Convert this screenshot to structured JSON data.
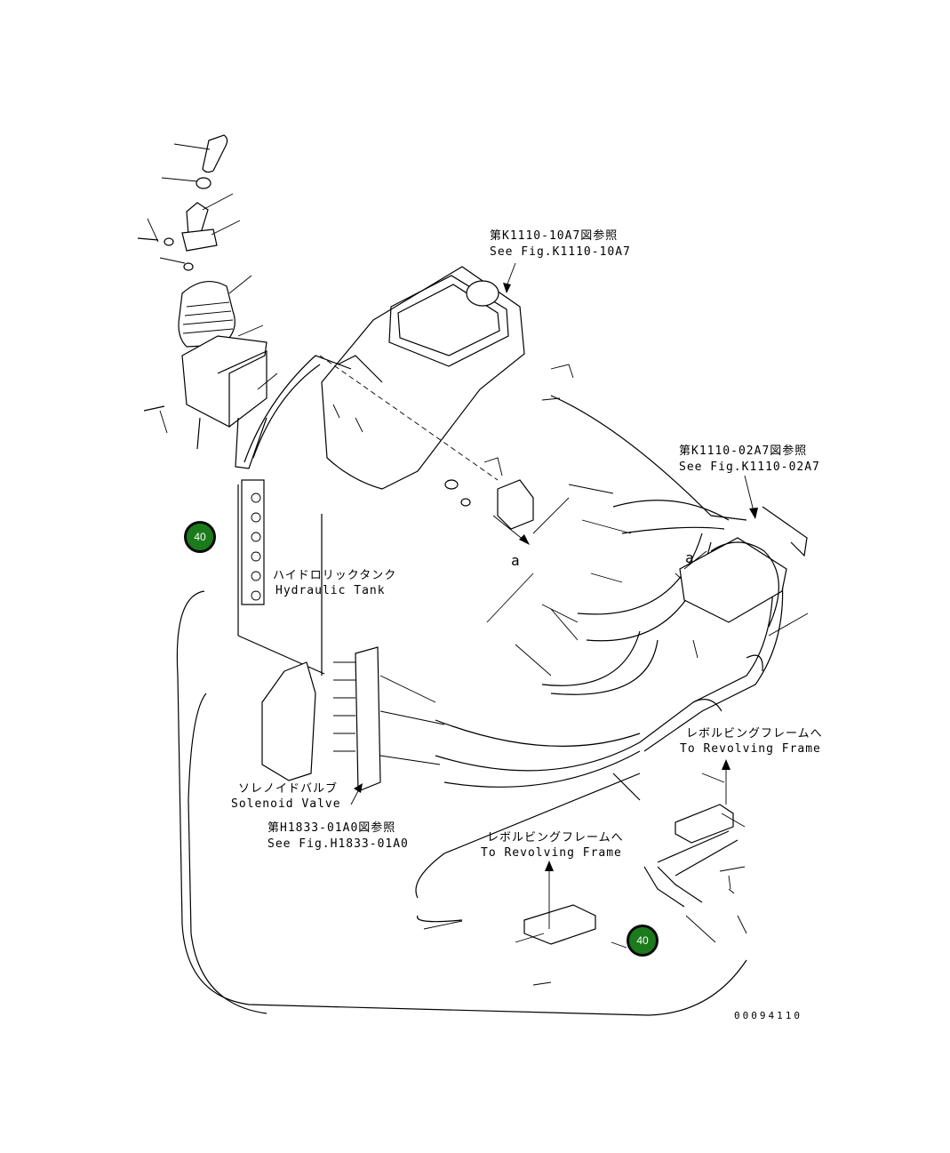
{
  "labels": {
    "ref_k1110_10a7_jp": "第K1110-10A7図参照",
    "ref_k1110_10a7_en": "See Fig.K1110-10A7",
    "ref_k1110_02a7_jp": "第K1110-02A7図参照",
    "ref_k1110_02a7_en": "See Fig.K1110-02A7",
    "hydraulic_tank_jp": "ハイドロリックタンク",
    "hydraulic_tank_en": "Hydraulic Tank",
    "revolving_frame_1_jp": "レボルビングフレームへ",
    "revolving_frame_1_en": "To Revolving Frame",
    "solenoid_valve_jp": "ソレノイドバルブ",
    "solenoid_valve_en": "Solenoid Valve",
    "ref_h1833_01a0_jp": "第H1833-01A0図参照",
    "ref_h1833_01a0_en": "See Fig.H1833-01A0",
    "revolving_frame_2_jp": "レボルビングフレームへ",
    "revolving_frame_2_en": "To Revolving Frame",
    "section_a_1": "a",
    "section_a_2": "a",
    "drawing_number": "00094110"
  },
  "callouts": [
    {
      "label": "40",
      "color": "#1b7a1b"
    },
    {
      "label": "40",
      "color": "#1b7a1b"
    }
  ]
}
